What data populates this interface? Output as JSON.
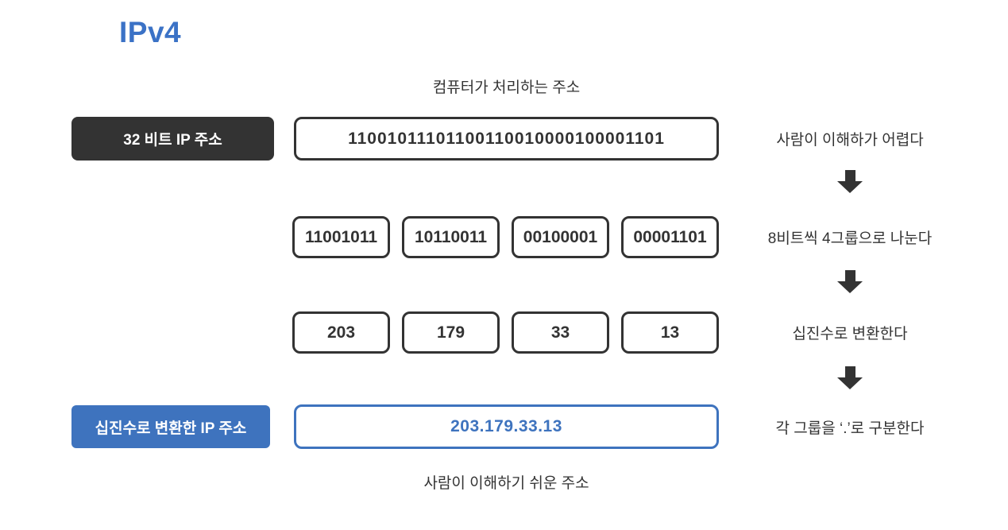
{
  "title": "IPv4",
  "colors": {
    "accent_blue": "#3E73BE",
    "title_blue": "#3B72C6",
    "dark": "#333333"
  },
  "captions": {
    "top": "컴퓨터가 처리하는 주소",
    "bottom": "사람이 이해하기 쉬운 주소"
  },
  "rows": {
    "binary": {
      "label": "32 비트 IP 주소",
      "value": "11001011101100110010000100001101",
      "note": "사람이 이해하가 어렵다"
    },
    "groups": {
      "values": [
        "11001011",
        "10110011",
        "00100001",
        "00001101"
      ],
      "note": "8비트씩 4그룹으로 나눈다"
    },
    "decimal": {
      "values": [
        "203",
        "179",
        "33",
        "13"
      ],
      "note": "십진수로 변환한다"
    },
    "result": {
      "label": "십진수로 변환한 IP 주소",
      "value": "203.179.33.13",
      "note": "각 그룹을 ‘.’로 구분한다"
    }
  },
  "icons": {
    "down_arrow": "solid dark block arrow pointing down"
  }
}
